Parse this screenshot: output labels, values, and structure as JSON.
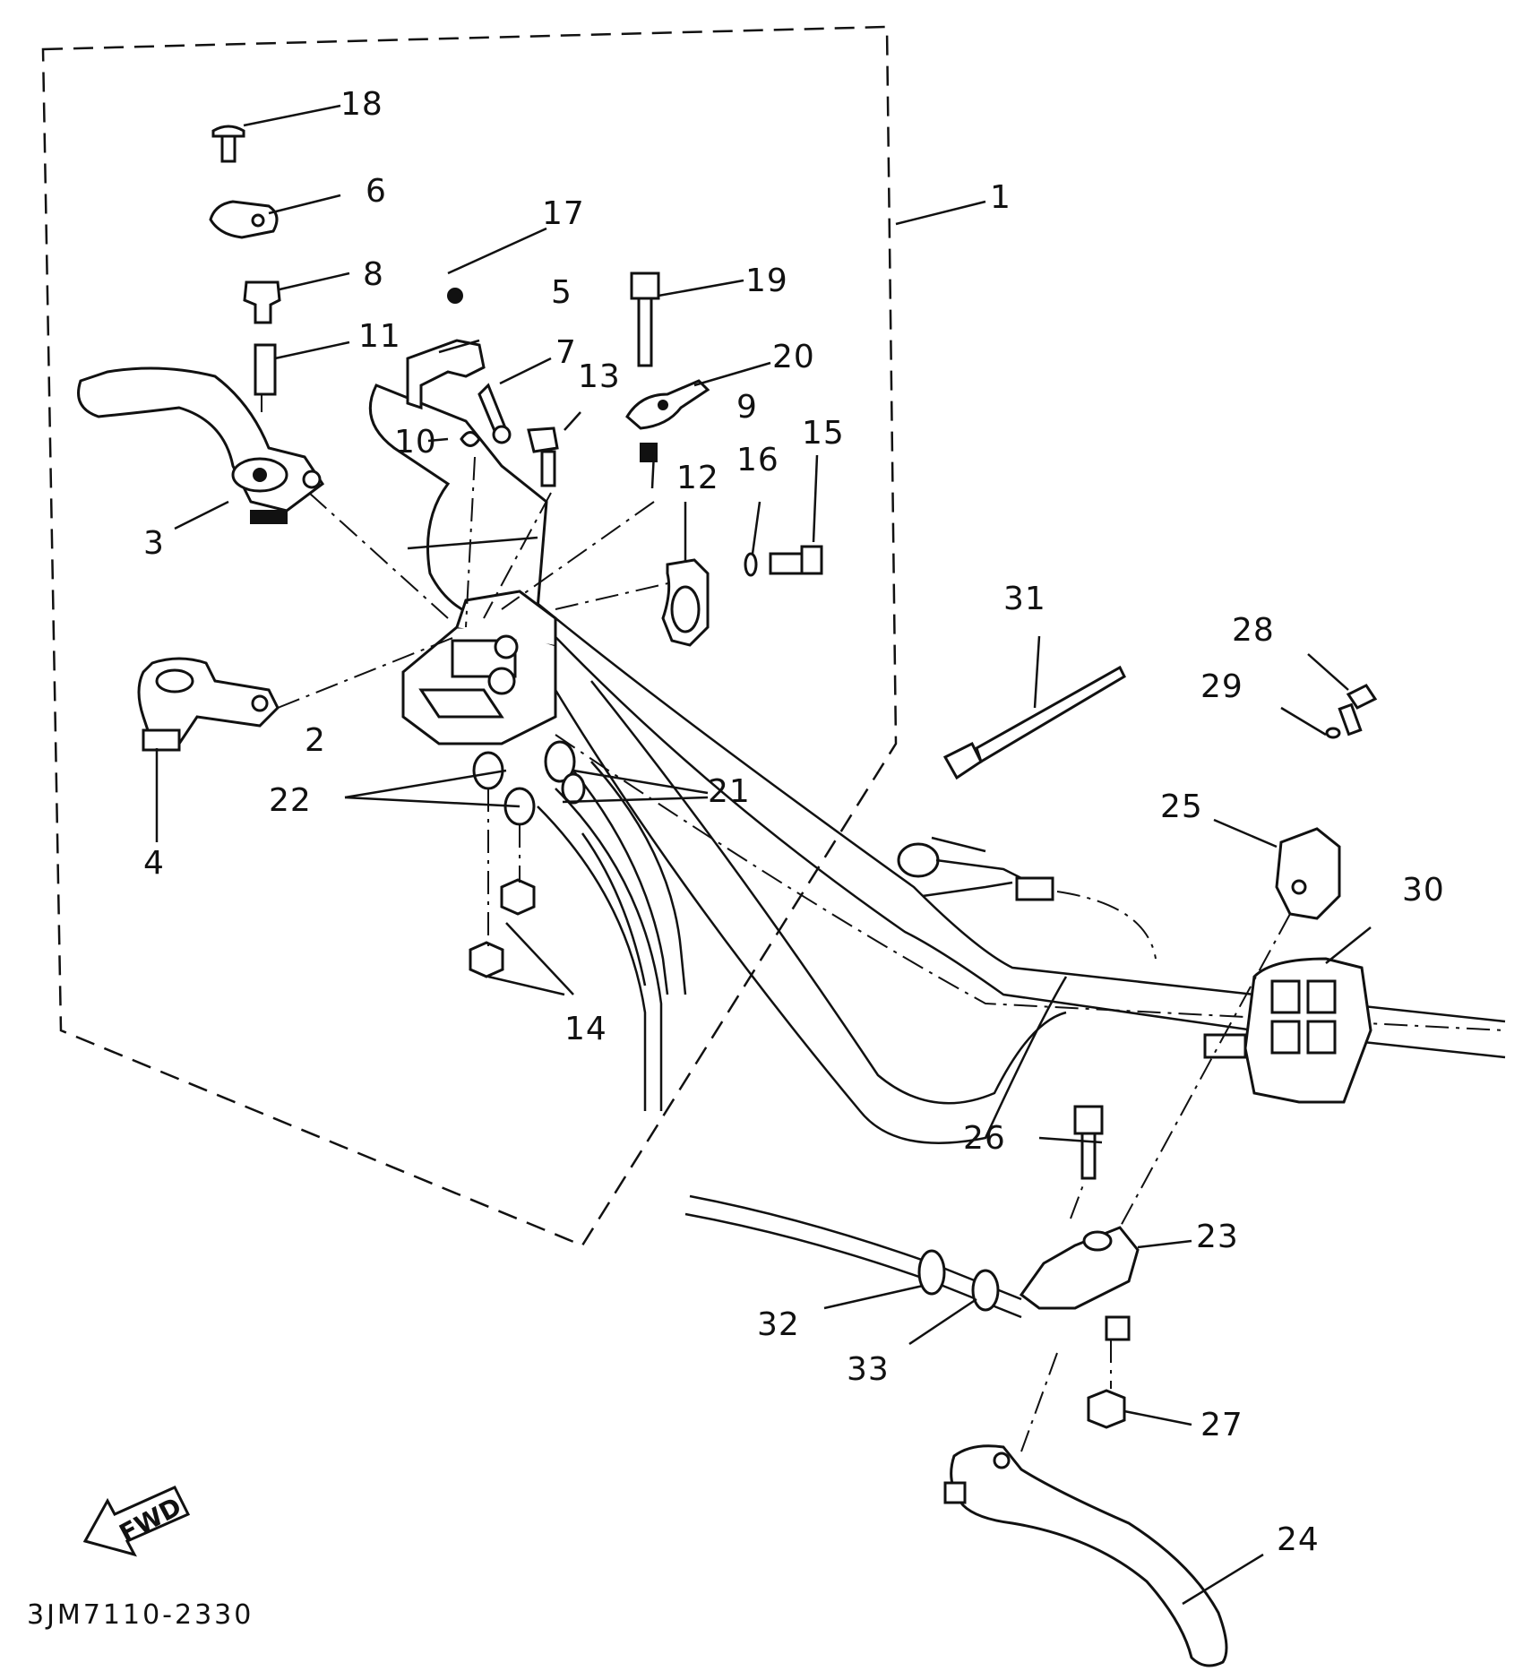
{
  "diagram": {
    "code": "3JM7110-2330",
    "fwd_label": "FWD",
    "callouts": {
      "c1": "1",
      "c2": "2",
      "c3": "3",
      "c4": "4",
      "c5": "5",
      "c6": "6",
      "c7": "7",
      "c8": "8",
      "c9": "9",
      "c10": "10",
      "c11": "11",
      "c12": "12",
      "c13": "13",
      "c14": "14",
      "c15": "15",
      "c16": "16",
      "c17": "17",
      "c18": "18",
      "c19": "19",
      "c20": "20",
      "c21": "21",
      "c22": "22",
      "c23": "23",
      "c24": "24",
      "c25": "25",
      "c26": "26",
      "c27": "27",
      "c28": "28",
      "c29": "29",
      "c30": "30",
      "c31": "31",
      "c32": "32",
      "c33": "33"
    }
  }
}
